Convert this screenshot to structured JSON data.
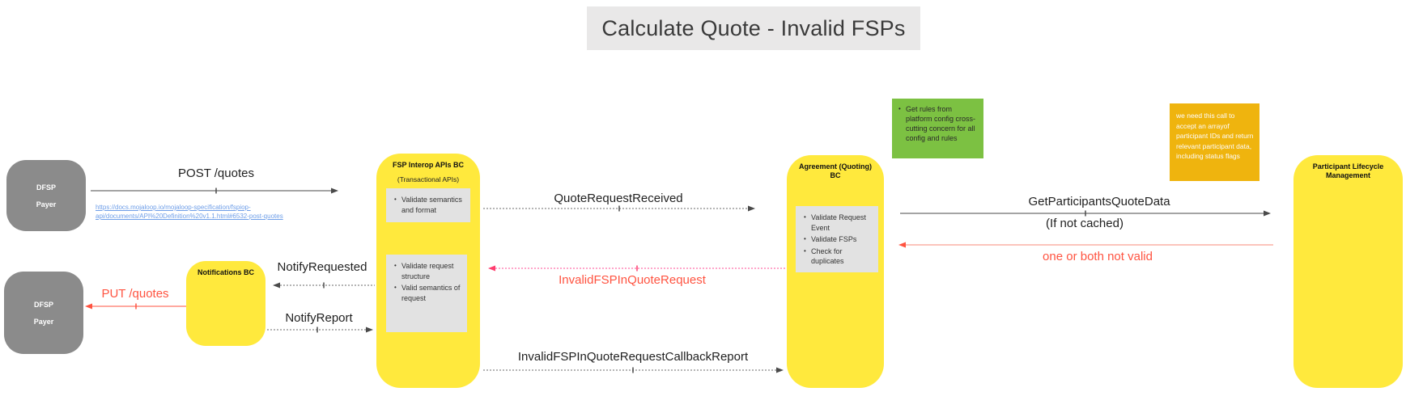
{
  "title": "Calculate Quote - Invalid FSPs",
  "colors": {
    "yellow": "#FFE93D",
    "actor_gray": "#8B8B8B",
    "note_gray": "#E2E2E2",
    "green_note": "#7CC142",
    "orange_note": "#EFB40E",
    "red": "#FF5340",
    "pink_dotted_arrow": "#FF4D94",
    "link_blue": "#6E9EE8",
    "arrow_dark": "#4A4A4A",
    "title_bg": "#E9E8E8"
  },
  "actors": {
    "dfsp_payer_top": {
      "line1": "DFSP",
      "line2": "Payer"
    },
    "dfsp_payer_bottom": {
      "line1": "DFSP",
      "line2": "Payer"
    },
    "notifications_bc": {
      "title": "Notifications BC"
    },
    "fsp_interop": {
      "title": "FSP Interop APIs BC",
      "subtitle": "(Transactional APIs)",
      "note1": {
        "items": [
          "Validate semantics and format"
        ]
      },
      "note2": {
        "items": [
          "Validate request structure",
          "Valid semantics of request"
        ]
      }
    },
    "agreement_bc": {
      "title": "Agreement (Quoting) BC",
      "note": {
        "items": [
          "Validate Request Event",
          "Validate FSPs",
          "Check for duplicates"
        ]
      }
    },
    "participant_lifecycle": {
      "title": "Participant Lifecycle Management"
    }
  },
  "sticky_notes": {
    "green_note": {
      "items": [
        "Get rules from platform config cross-cutting concern for all config and rules"
      ]
    },
    "orange_note": {
      "text": "we need this call to accept an arrayof participant IDs and return relevant participant data, including status flags"
    }
  },
  "messages": {
    "post_quotes": "POST /quotes",
    "spec_link": {
      "line1": "https://docs.mojaloop.io/mojaloop-specification/fspiop-",
      "line2": "api/documents/API%20Definition%20v1.1.html#6532-post-quotes"
    },
    "quote_request_received": "QuoteRequestReceived",
    "invalid_fsp_in_quote_request": "InvalidFSPInQuoteRequest",
    "notify_requested": "NotifyRequested",
    "notify_report": "NotifyReport",
    "put_quotes": "PUT /quotes",
    "get_participants_quote_data": "GetParticipantsQuoteData",
    "if_not_cached": "(If not cached)",
    "one_or_both_not_valid": "one or both not valid",
    "invalid_fsp_callback_report": "InvalidFSPInQuoteRequestCallbackReport"
  }
}
